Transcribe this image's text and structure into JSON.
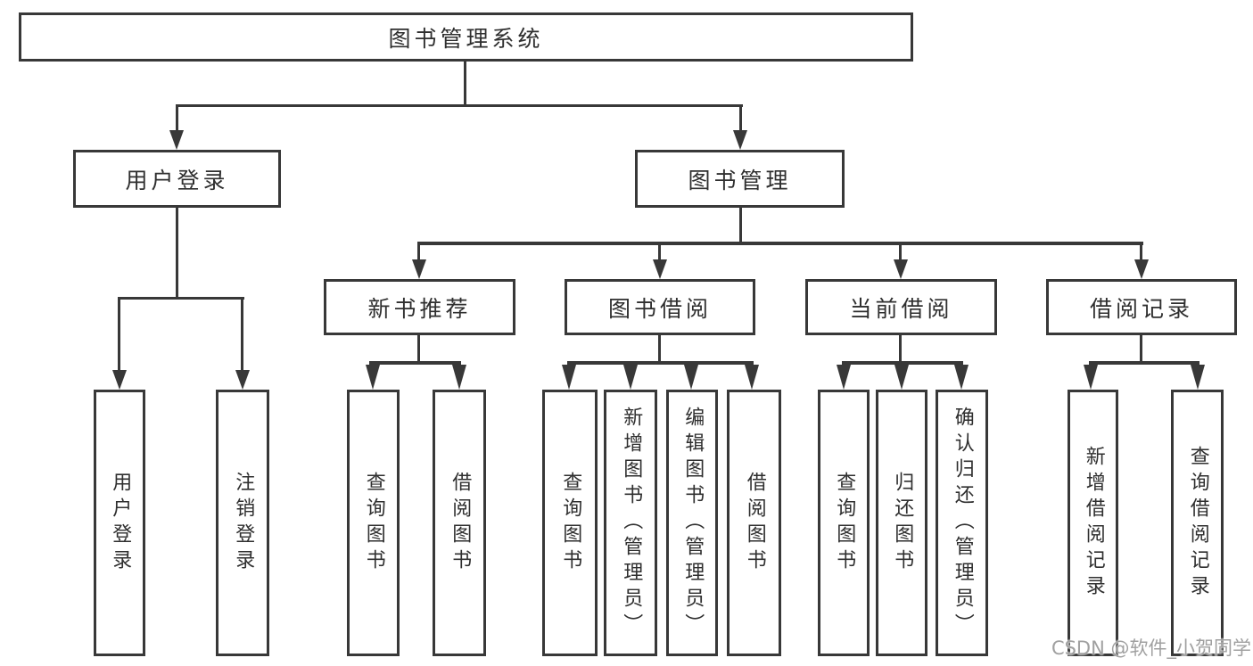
{
  "colors": {
    "line": "#383838",
    "text": "#2f2f2f",
    "background": "#ffffff",
    "watermark": "#a0a0a0"
  },
  "tree": {
    "root": "图书管理系统",
    "branches": [
      {
        "label": "用户登录",
        "leaves": [
          "用户登录",
          "注销登录"
        ]
      },
      {
        "label": "图书管理",
        "groups": [
          {
            "label": "新书推荐",
            "leaves": [
              "查询图书",
              "借阅图书"
            ]
          },
          {
            "label": "图书借阅",
            "leaves": [
              "查询图书",
              "新增图书（管理员）",
              "编辑图书（管理员）",
              "借阅图书"
            ]
          },
          {
            "label": "当前借阅",
            "leaves": [
              "查询图书",
              "归还图书",
              "确认归还（管理员）"
            ]
          },
          {
            "label": "借阅记录",
            "leaves": [
              "新增借阅记录",
              "查询借阅记录"
            ]
          }
        ]
      }
    ]
  },
  "watermark": {
    "text": "CSDN @软件_小贺同学"
  }
}
